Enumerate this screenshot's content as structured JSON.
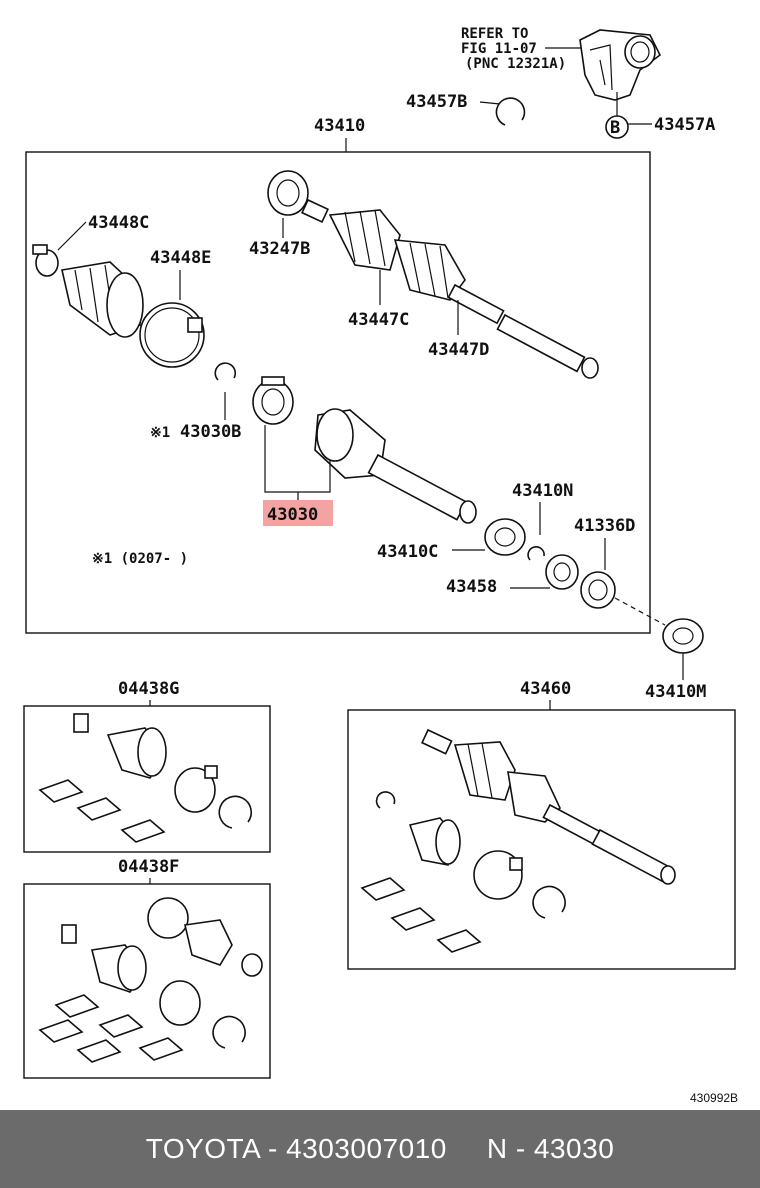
{
  "refer": {
    "line1": "REFER TO",
    "line2": "FIG 11-07",
    "line3": "(PNC 12321A)"
  },
  "labels": {
    "p43457B": "43457B",
    "p43457A": "43457A",
    "circleB": "B",
    "p43410": "43410",
    "p43448C": "43448C",
    "p43448E": "43448E",
    "p43247B": "43247B",
    "p43447C": "43447C",
    "p43447D": "43447D",
    "mark1": "※1",
    "p43030B": "43030B",
    "p43030": "43030",
    "p43410N": "43410N",
    "p41336D": "41336D",
    "p43410C": "43410C",
    "p43458": "43458",
    "note": "※1 (0207-        )",
    "p43410M": "43410M",
    "p04438G": "04438G",
    "p04438F": "04438F",
    "p43460": "43460",
    "code": "430992B"
  },
  "highlight_color": "#f4a3a3",
  "footer": {
    "brand_part": "TOYOTA - 4303007010",
    "pnc": "N - 43030"
  }
}
